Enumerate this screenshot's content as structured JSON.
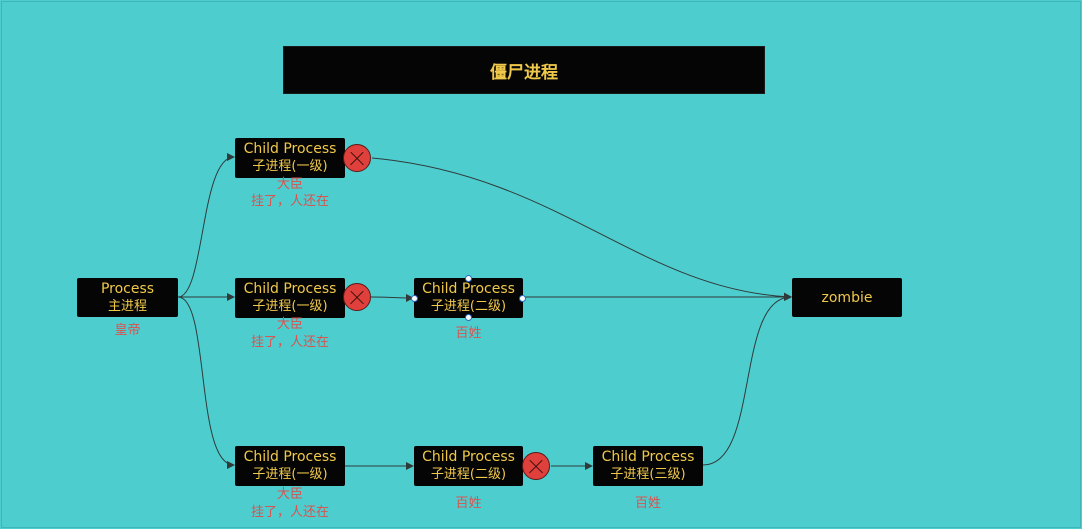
{
  "title": "僵尸进程",
  "colors": {
    "background": "#4ecdcf",
    "node_fill": "#050505",
    "node_text": "#f0c94a",
    "caption_text": "#d9534f",
    "x_mark": "#e0403b",
    "edge": "#2f3a3a"
  },
  "nodes": {
    "main": {
      "line1": "Process",
      "line2": "主进程",
      "caption": "皇帝"
    },
    "child_a": {
      "line1": "Child Process",
      "line2": "子进程(一级)",
      "caption1": "大臣",
      "caption2": "挂了，人还在"
    },
    "child_b": {
      "line1": "Child Process",
      "line2": "子进程(一级)",
      "caption1": "大臣",
      "caption2": "挂了，人还在"
    },
    "child_c": {
      "line1": "Child Process",
      "line2": "子进程(一级)",
      "caption1": "大臣",
      "caption2": "挂了，人还在"
    },
    "grand_b": {
      "line1": "Child Process",
      "line2": "子进程(二级)",
      "caption": "百姓"
    },
    "grand_c": {
      "line1": "Child Process",
      "line2": "子进程(二级)",
      "caption": "百姓"
    },
    "great_c": {
      "line1": "Child Process",
      "line2": "子进程(三级)",
      "caption": "百姓"
    },
    "zombie": {
      "line1": "zombie"
    }
  },
  "dead_markers": [
    "child_a",
    "child_b",
    "grand_c"
  ],
  "edges": [
    [
      "main",
      "child_a"
    ],
    [
      "main",
      "child_b"
    ],
    [
      "main",
      "child_c"
    ],
    [
      "child_b",
      "grand_b"
    ],
    [
      "child_c",
      "grand_c"
    ],
    [
      "grand_c",
      "great_c"
    ],
    [
      "child_a",
      "zombie"
    ],
    [
      "grand_b",
      "zombie"
    ],
    [
      "great_c",
      "zombie"
    ]
  ],
  "icons": {
    "dead": "x-circle-icon",
    "selection": "resize-handle-icon"
  }
}
